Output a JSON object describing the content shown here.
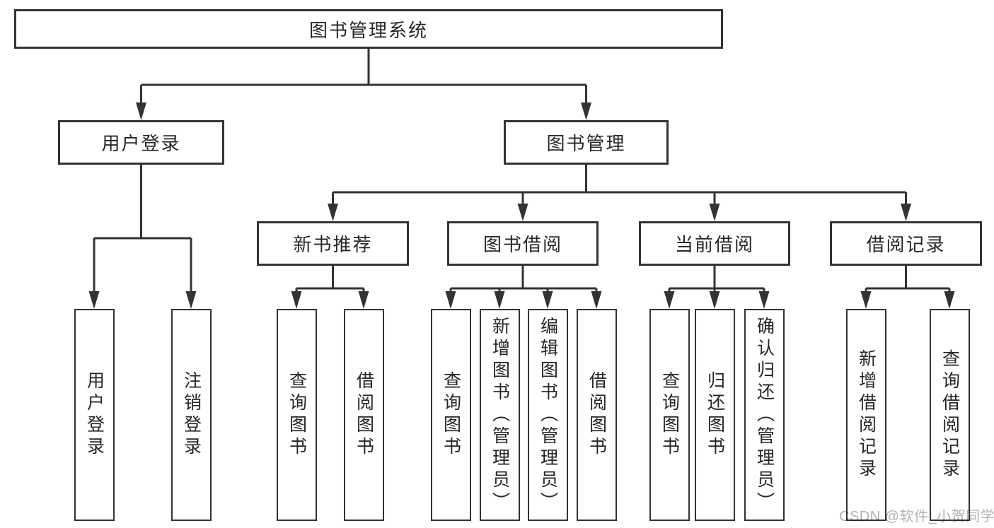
{
  "title": {
    "label": "图书管理系统"
  },
  "level1": {
    "user_login": {
      "label": "用户登录",
      "children": [
        "用户登录",
        "注销登录"
      ]
    },
    "book_mgmt": {
      "label": "图书管理"
    }
  },
  "level2": [
    {
      "label": "新书推荐",
      "children": [
        "查询图书",
        "借阅图书"
      ]
    },
    {
      "label": "图书借阅",
      "children": [
        "查询图书",
        "新增图书（管理员）",
        "编辑图书（管理员）",
        "借阅图书"
      ]
    },
    {
      "label": "当前借阅",
      "children": [
        "查询图书",
        "归还图书",
        "确认归还（管理员）"
      ]
    },
    {
      "label": "借阅记录",
      "children": [
        "新增借阅记录",
        "查询借阅记录"
      ]
    }
  ],
  "watermark": {
    "text": "CSDN @软件_小贺同学"
  },
  "colors": {
    "line": "#333333",
    "text": "#262626",
    "watermark": "#b2b2b6",
    "background": "#ffffff"
  }
}
